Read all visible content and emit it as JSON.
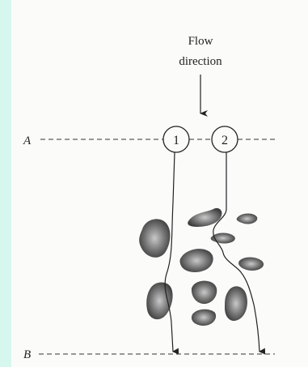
{
  "diagram": {
    "flow_label_line1": "Flow",
    "flow_label_line2": "direction",
    "line_a_label": "A",
    "line_b_label": "B",
    "marker_1": "1",
    "marker_2": "2"
  },
  "colors": {
    "left_border": "#d6f7ee",
    "paper": "#fbfbf9",
    "ink": "#222222",
    "particle_dark": "#555555",
    "particle_light": "#c9c9c9"
  }
}
